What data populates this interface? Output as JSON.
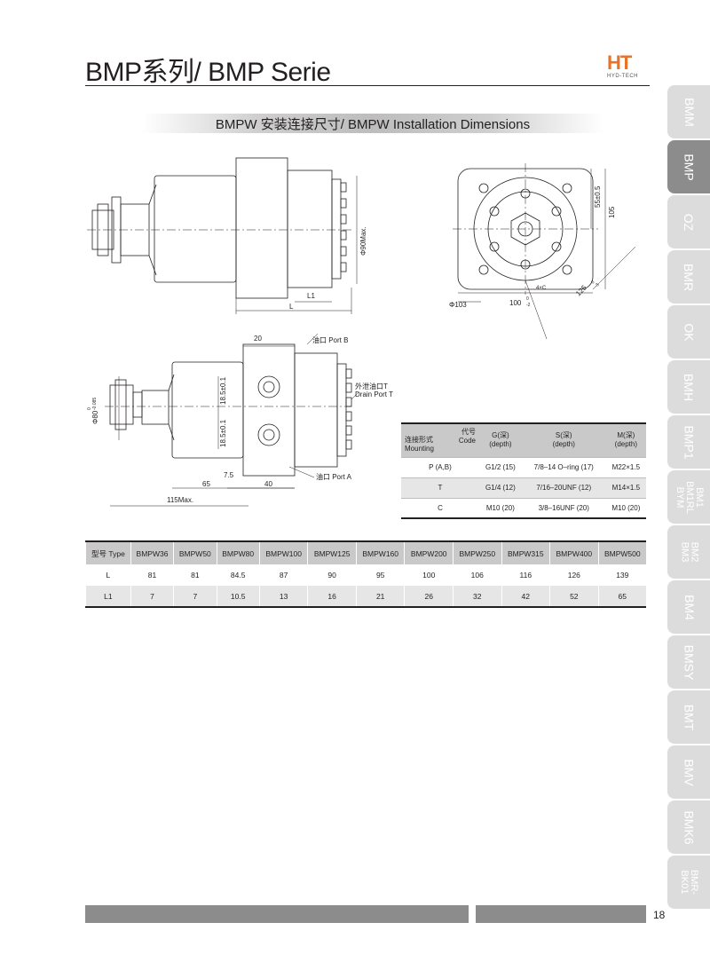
{
  "header": {
    "title": "BMP系列/ BMP Serie",
    "logo_mark": "HT",
    "logo_sub": "HYD-TECH"
  },
  "section_title": "BMPW 安装连接尺寸/ BMPW Installation Dimensions",
  "side_tabs": [
    "BMM",
    "BMP",
    "OZ",
    "BMR",
    "OK",
    "BMH",
    "BMP1",
    "BM1\nBM1RL\nBYM",
    "BM2\nBM3",
    "BM4",
    "BMSY",
    "BMT",
    "BMV",
    "BMK6",
    "BMR-\nBK01"
  ],
  "active_tab": "BMP",
  "drawing_labels": {
    "dia90": "Φ90Max.",
    "l1": "L1",
    "l": "L",
    "d55": "55±0.5",
    "d105": "105",
    "d100": "100",
    "d100_tol_top": "0",
    "d100_tol_bot": "-2",
    "d4c": "4×C",
    "d125": "125",
    "d125_tol_top": "0",
    "d125_tol_bot": "-3",
    "dia103": "Φ103",
    "d20": "20",
    "port_b": "油口 Port B",
    "drain_cn": "外泄油口T",
    "drain_en": "Drain Port T",
    "d185a": "18.5±0.1",
    "d185b": "18.5±0.1",
    "dia80": "Φ80",
    "dia80_tol_top": "0",
    "dia80_tol_bot": "-0.085",
    "d75": "7.5",
    "d65": "65",
    "d40": "40",
    "port_a": "油口 Port A",
    "d115": "115Max."
  },
  "mount_table": {
    "corner_top_cn": "代号",
    "corner_top_en": "Code",
    "corner_bot_cn": "连接形式",
    "corner_bot_en": "Mounting",
    "headers": [
      {
        "cn": "G(深)",
        "en": "(depth)"
      },
      {
        "cn": "S(深)",
        "en": "(depth)"
      },
      {
        "cn": "M(深)",
        "en": "(depth)"
      }
    ],
    "rows": [
      [
        "P (A,B)",
        "G1/2 (15)",
        "7/8–14 O–ring (17)",
        "M22×1.5"
      ],
      [
        "T",
        "G1/4 (12)",
        "7/16–20UNF (12)",
        "M14×1.5"
      ],
      [
        "C",
        "M10 (20)",
        "3/8–16UNF (20)",
        "M10 (20)"
      ]
    ]
  },
  "dim_table": {
    "headers": [
      "型号 Type",
      "BMPW36",
      "BMPW50",
      "BMPW80",
      "BMPW100",
      "BMPW125",
      "BMPW160",
      "BMPW200",
      "BMPW250",
      "BMPW315",
      "BMPW400",
      "BMPW500"
    ],
    "rows": [
      [
        "L",
        "81",
        "81",
        "84.5",
        "87",
        "90",
        "95",
        "100",
        "106",
        "116",
        "126",
        "139"
      ],
      [
        "L1",
        "7",
        "7",
        "10.5",
        "13",
        "16",
        "21",
        "26",
        "32",
        "42",
        "52",
        "65"
      ]
    ]
  },
  "page_number": "18",
  "colors": {
    "accent": "#e8722a",
    "tab_inactive": "#dcdcdc",
    "tab_active": "#8c8c8c",
    "table_header": "#c9c9c9",
    "table_stripe": "#e6e6e6"
  }
}
